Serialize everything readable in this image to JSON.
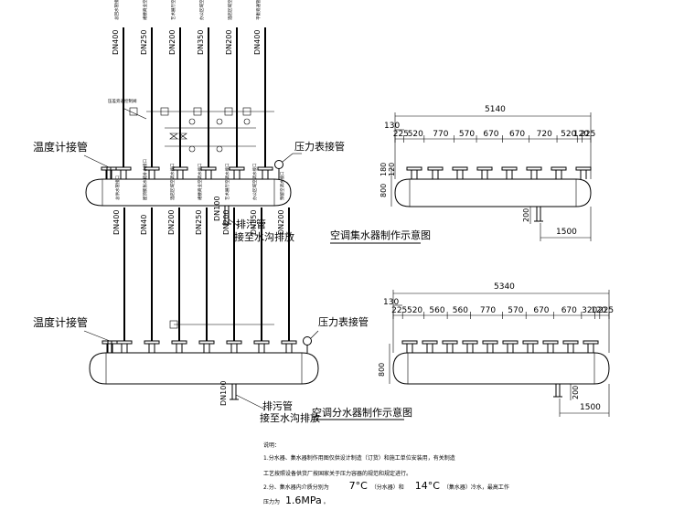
{
  "collector": {
    "title": "空调集水器制作示意图",
    "temp_label": "温度计接管",
    "pressure_label": "压力表接管",
    "drain_label": "排污管",
    "drain_note": "接至水沟排放",
    "drain_dn": "DN100",
    "pipes": [
      {
        "dn": "DN400",
        "desc": "总回水管接口"
      },
      {
        "dn": "DN250",
        "desc": "裙楼商业空调水接口"
      },
      {
        "dn": "DN200",
        "desc": "艺术展厅空调水接口"
      },
      {
        "dn": "DN350",
        "desc": "办公区域空调水接口"
      },
      {
        "dn": "DN200",
        "desc": "酒店区域空调水接口"
      },
      {
        "dn": "DN400",
        "desc": "平衡旁通管接口"
      }
    ],
    "valve_note": "压差旁通控制阀",
    "total_length": "5140",
    "offset": "130",
    "spacing": [
      "225",
      "520",
      "770",
      "570",
      "670",
      "670",
      "720",
      "520",
      "120",
      "225"
    ],
    "height_dims": [
      "180",
      "120",
      "800",
      "200"
    ],
    "leg_dim": "1500"
  },
  "distributor": {
    "title": "空调分水器制作示意图",
    "temp_label": "温度计接管",
    "pressure_label": "压力表接管",
    "drain_label": "排污管",
    "drain_note": "接至水沟排放",
    "drain_dn": "DN100",
    "pipes": [
      {
        "dn": "DN400",
        "desc": "总供水管接口"
      },
      {
        "dn": "DN40",
        "desc": "屋顶膨胀水箱补水接口"
      },
      {
        "dn": "DN200",
        "desc": "酒店区域空调水接口"
      },
      {
        "dn": "DN250",
        "desc": "裙楼商业空调水接口"
      },
      {
        "dn": "DN200",
        "desc": "艺术展厅空调水接口"
      },
      {
        "dn": "DN350",
        "desc": "办公区域空调水接口"
      },
      {
        "dn": "DN200",
        "desc": "预留空调水接口"
      }
    ],
    "total_length": "5340",
    "offset": "130",
    "spacing": [
      "225",
      "520",
      "560",
      "560",
      "770",
      "570",
      "670",
      "670",
      "320",
      "120",
      "225"
    ],
    "height_dims": [
      "800",
      "200"
    ],
    "leg_dim": "1500"
  },
  "notes": {
    "heading": "说明：",
    "line1": "1.分水器、集水器制作用图仅供设计制造（订货）和施工单位安装用，有关制造",
    "line2": "工艺按照设备供货厂按国家关于压力容器的规范和规定进行。",
    "line3a": "2.分、集水器内介质分别为",
    "line3b": "7°C",
    "line3c": "（分水器）和",
    "line3d": "14°C",
    "line3e": "（集水器）冷水，最高工作",
    "line4a": "压力为",
    "line4b": "1.6MPa",
    "line4c": "。"
  }
}
